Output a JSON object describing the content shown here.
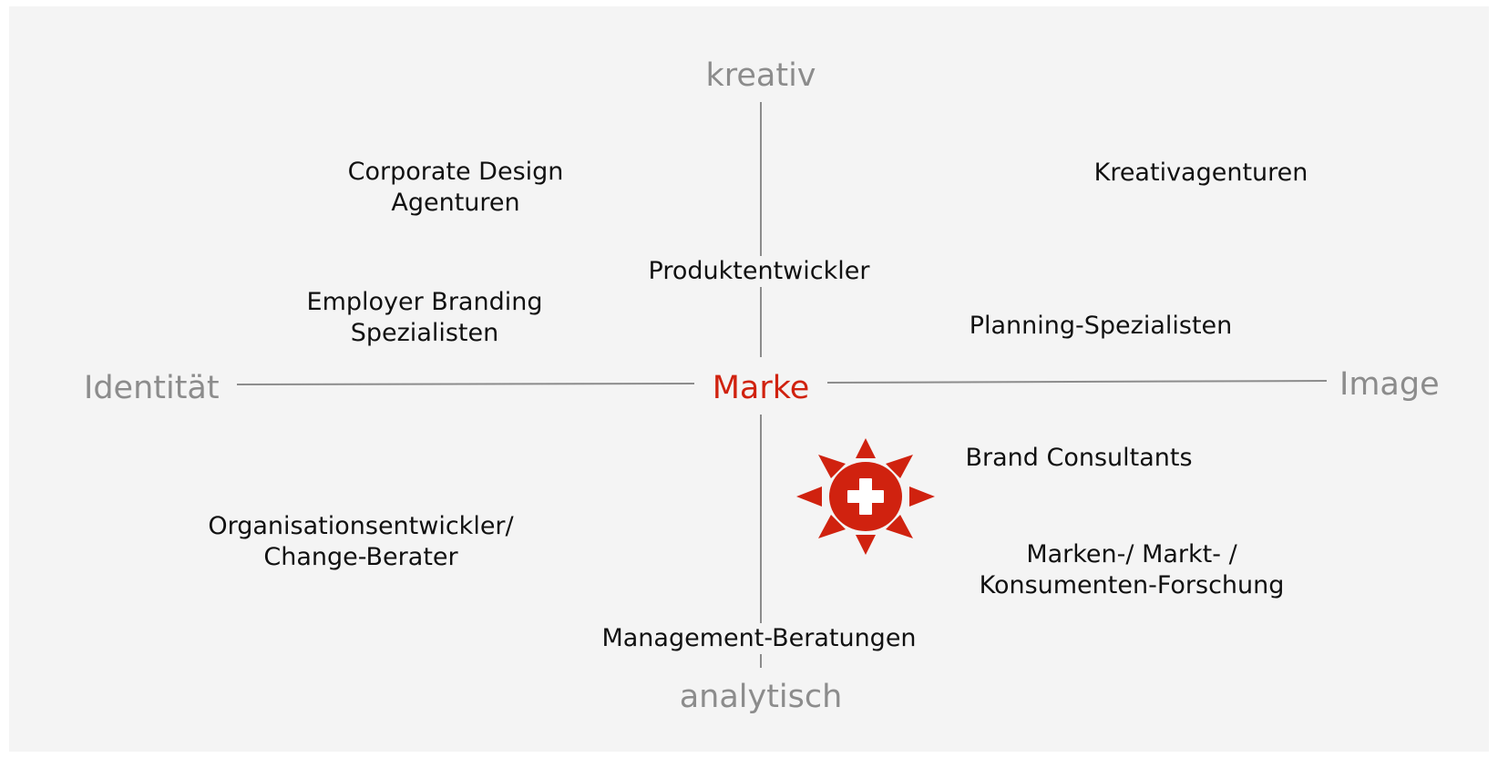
{
  "axes": {
    "top": "kreativ",
    "bottom": "analytisch",
    "left": "Identität",
    "right": "Image",
    "center": "Marke"
  },
  "items": {
    "corporate_design": [
      "Corporate Design",
      "Agenturen"
    ],
    "kreativagenturen": [
      "Kreativagenturen"
    ],
    "produktentwickler": [
      "Produktentwickler"
    ],
    "employer_branding": [
      "Employer Branding",
      "Spezialisten"
    ],
    "planning": [
      "Planning-Spezialisten"
    ],
    "brand_consultants": [
      "Brand Consultants"
    ],
    "organisationsentwickler": [
      "Organisationsentwickler/",
      "Change-Berater"
    ],
    "marktforschung": [
      "Marken-/ Markt- /",
      "Konsumenten-Forschung"
    ],
    "management": [
      "Management-Beratungen"
    ]
  },
  "logo": {
    "icon": "swiss-cross-sun-icon",
    "color": "#d0220f"
  },
  "colors": {
    "axis": "#8c8c8c",
    "accent": "#d0220f",
    "background": "#f4f4f4",
    "text": "#111111"
  }
}
